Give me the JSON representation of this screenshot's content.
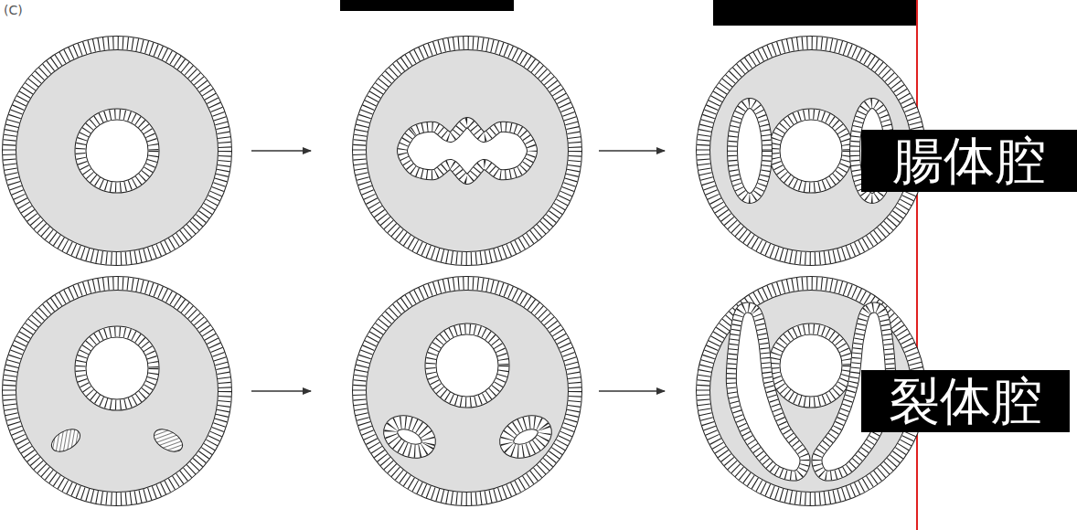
{
  "diagram": {
    "nodes": [
      {
        "text": [
          "腸体腔"
        ]
      },
      {
        "text": [
          "裂体腔"
        ]
      }
    ],
    "labels": [
      "(C)"
    ]
  }
}
